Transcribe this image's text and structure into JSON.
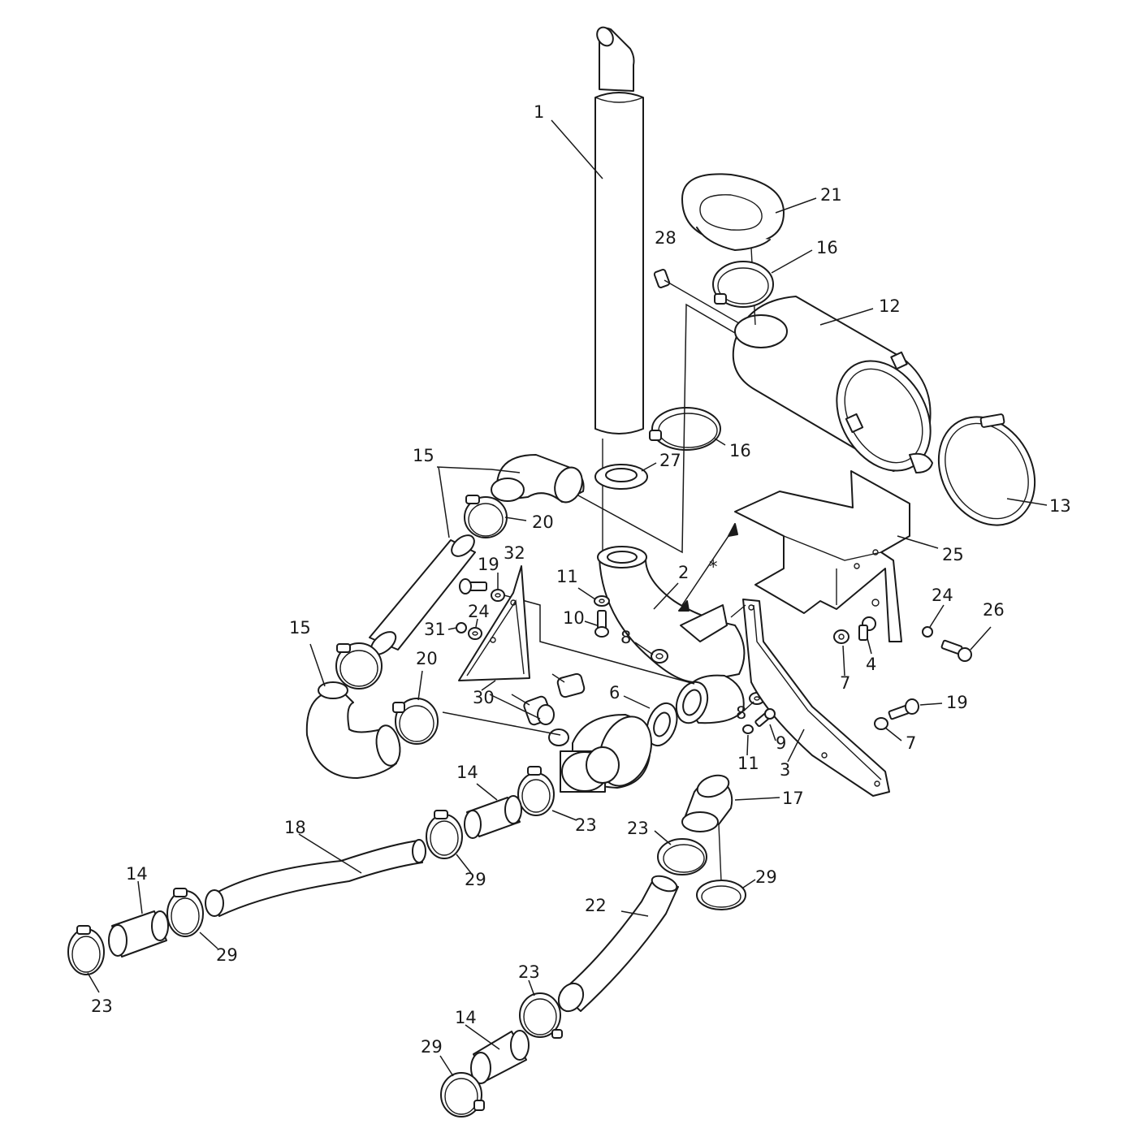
{
  "diagram": {
    "callouts": [
      {
        "id": "c1",
        "text": "1"
      },
      {
        "id": "c21",
        "text": "21"
      },
      {
        "id": "c28",
        "text": "28"
      },
      {
        "id": "c16a",
        "text": "16"
      },
      {
        "id": "c12",
        "text": "12"
      },
      {
        "id": "c16b",
        "text": "16"
      },
      {
        "id": "c27",
        "text": "27"
      },
      {
        "id": "c15a",
        "text": "15"
      },
      {
        "id": "c20a",
        "text": "20"
      },
      {
        "id": "c13",
        "text": "13"
      },
      {
        "id": "c25",
        "text": "25"
      },
      {
        "id": "c2",
        "text": "2"
      },
      {
        "id": "cstar",
        "text": "*"
      },
      {
        "id": "c19a",
        "text": "19"
      },
      {
        "id": "c32",
        "text": "32"
      },
      {
        "id": "c11a",
        "text": "11"
      },
      {
        "id": "c24a",
        "text": "24"
      },
      {
        "id": "c31",
        "text": "31"
      },
      {
        "id": "c10",
        "text": "10"
      },
      {
        "id": "c8a",
        "text": "8"
      },
      {
        "id": "c24b",
        "text": "24"
      },
      {
        "id": "c26",
        "text": "26"
      },
      {
        "id": "c15b",
        "text": "15"
      },
      {
        "id": "c20b",
        "text": "20"
      },
      {
        "id": "c7a",
        "text": "7"
      },
      {
        "id": "c4",
        "text": "4"
      },
      {
        "id": "c30",
        "text": "30"
      },
      {
        "id": "c6",
        "text": "6"
      },
      {
        "id": "c8b",
        "text": "8"
      },
      {
        "id": "c19b",
        "text": "19"
      },
      {
        "id": "c9",
        "text": "9"
      },
      {
        "id": "c7b",
        "text": "7"
      },
      {
        "id": "c11b",
        "text": "11"
      },
      {
        "id": "c3",
        "text": "3"
      },
      {
        "id": "c14a",
        "text": "14"
      },
      {
        "id": "c17",
        "text": "17"
      },
      {
        "id": "c18",
        "text": "18"
      },
      {
        "id": "c23a",
        "text": "23"
      },
      {
        "id": "c23b",
        "text": "23"
      },
      {
        "id": "c29a",
        "text": "29"
      },
      {
        "id": "c29b",
        "text": "29"
      },
      {
        "id": "c14b",
        "text": "14"
      },
      {
        "id": "c22",
        "text": "22"
      },
      {
        "id": "c29c",
        "text": "29"
      },
      {
        "id": "c23c",
        "text": "23"
      },
      {
        "id": "c23d",
        "text": "23"
      },
      {
        "id": "c14c",
        "text": "14"
      },
      {
        "id": "c29d",
        "text": "29"
      }
    ]
  }
}
